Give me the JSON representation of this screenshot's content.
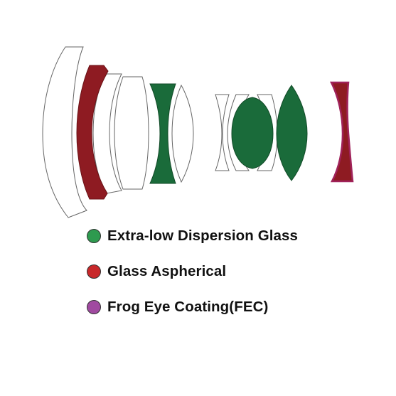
{
  "colors": {
    "ed_glass": "#1a6b3a",
    "aspherical": "#8e1b22",
    "fec": "#a0225a",
    "clear_glass_fill": "#ffffff",
    "outline": "#555555"
  },
  "legend": {
    "items": [
      {
        "label": "Extra-low Dispersion Glass",
        "color": "#2e9a4f"
      },
      {
        "label": "Glass Aspherical",
        "color": "#c8282a"
      },
      {
        "label": "Frog Eye Coating(FEC)",
        "color": "#a04aa0"
      }
    ]
  }
}
